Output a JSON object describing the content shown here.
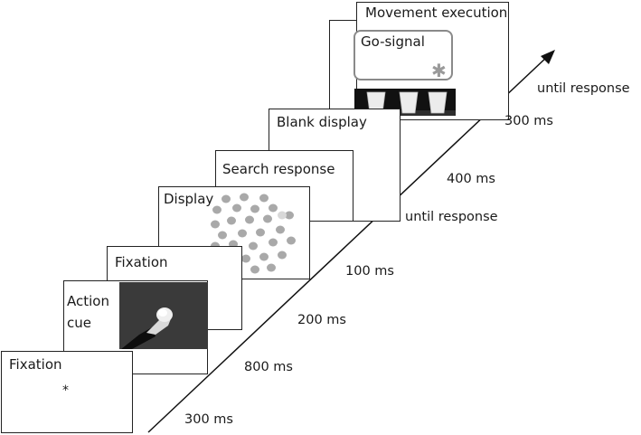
{
  "frames": {
    "movement": {
      "label": "Movement execution",
      "inner_label": "Go-signal"
    },
    "blank": {
      "label": "Blank display"
    },
    "search": {
      "label": "Search response"
    },
    "display": {
      "label": "Display"
    },
    "fixation2": {
      "label": "Fixation"
    },
    "action": {
      "label_line1": "Action",
      "label_line2": "cue"
    },
    "fixation1": {
      "label": "Fixation",
      "marker": "*"
    }
  },
  "timings": [
    "300 ms",
    "800 ms",
    "200 ms",
    "100 ms",
    "until response",
    "400 ms",
    "300 ms",
    "until response"
  ],
  "colors": {
    "frame_border": "#222222",
    "disc_gray": "#a9a9a9",
    "disc_highlight": "#d8d8d8",
    "go_signal_border": "#8a8a8a",
    "go_signal_star": "#9a9a9a"
  }
}
